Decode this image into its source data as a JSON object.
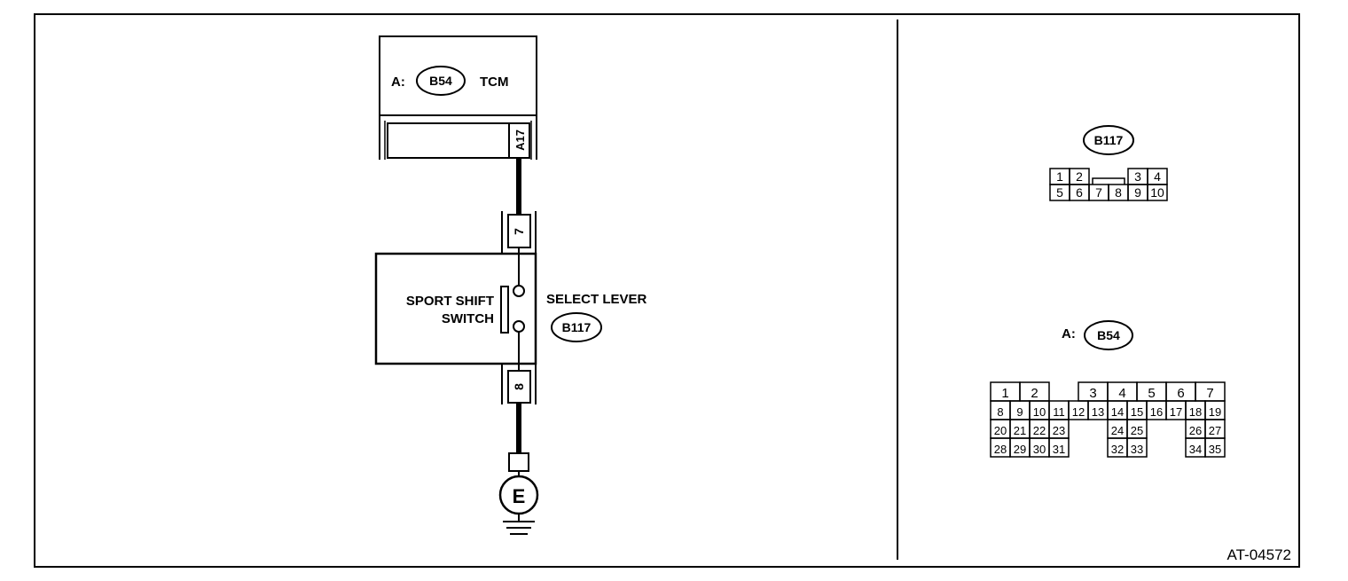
{
  "figure_id": "AT-04572",
  "tcm": {
    "prefix": "A:",
    "connector": "B54",
    "label": "TCM",
    "terminal": "A17"
  },
  "switch": {
    "label_line1": "SPORT SHIFT",
    "label_line2": "SWITCH",
    "upper_terminal": "7",
    "lower_terminal": "8"
  },
  "select_lever": {
    "label": "SELECT LEVER",
    "connector": "B117"
  },
  "ground": {
    "label": "E"
  },
  "connector_b117": {
    "name": "B117",
    "row1_left": [
      "1",
      "2"
    ],
    "row1_right": [
      "3",
      "4"
    ],
    "row2": [
      "5",
      "6",
      "7",
      "8",
      "9",
      "10"
    ]
  },
  "connector_b54": {
    "prefix": "A:",
    "name": "B54",
    "row1_left": [
      "1",
      "2"
    ],
    "row1_right": [
      "3",
      "4",
      "5",
      "6",
      "7"
    ],
    "row2": [
      "8",
      "9",
      "10",
      "11",
      "12",
      "13",
      "14",
      "15",
      "16",
      "17",
      "18",
      "19"
    ],
    "row3_a": [
      "20",
      "21",
      "22",
      "23"
    ],
    "row3_b": [
      "24",
      "25"
    ],
    "row3_c": [
      "26",
      "27"
    ],
    "row4_a": [
      "28",
      "29",
      "30",
      "31"
    ],
    "row4_b": [
      "32",
      "33"
    ],
    "row4_c": [
      "34",
      "35"
    ]
  }
}
